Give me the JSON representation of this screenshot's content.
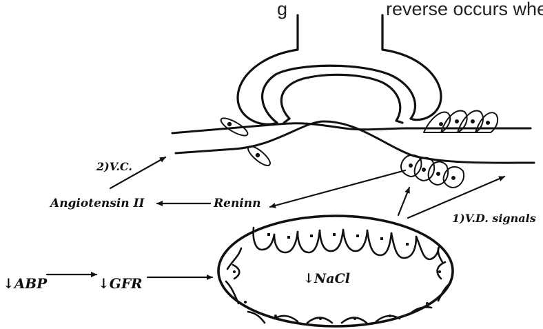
{
  "header_fragment": "g",
  "header_fragment_2": "reverse occurs when G",
  "labels": {
    "vc": "2)V.C.",
    "angiotensin": "Angiotensin II",
    "renin": "Reninn",
    "vd_signals": "1)V.D. signals",
    "abp": "↓ABP",
    "gfr": "↓GFR",
    "nacl": "↓NaCl"
  },
  "colors": {
    "ink": "#111111",
    "paper": "#ffffff"
  }
}
